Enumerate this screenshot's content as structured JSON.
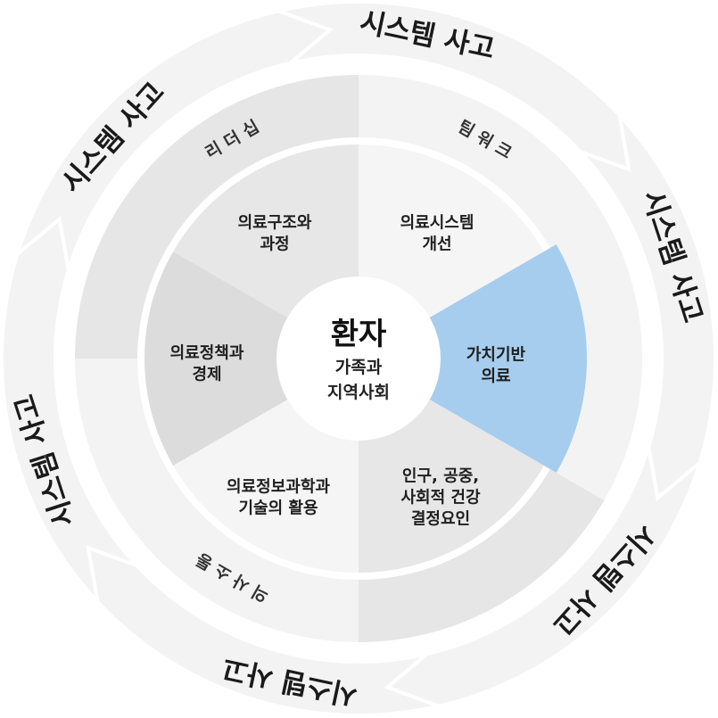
{
  "diagram": {
    "outer_ring": {
      "labels": [
        "시스템 사고",
        "시스템 사고",
        "시스템 사고",
        "시스템 사고",
        "시스템 사고",
        "시스템 사고"
      ]
    },
    "middle_ring": {
      "labels": [
        "팀 워 크",
        "의 사 소 통",
        "리 더 십"
      ]
    },
    "sectors": [
      {
        "lines": [
          "의료시스템",
          "개선"
        ]
      },
      {
        "lines": [
          "가치기반",
          "의료"
        ]
      },
      {
        "lines": [
          "인구, 공중,",
          "사회적 건강",
          "결정요인"
        ]
      },
      {
        "lines": [
          "의료정보과학과",
          "기술의 활용"
        ]
      },
      {
        "lines": [
          "의료정책과",
          "경제"
        ]
      },
      {
        "lines": [
          "의료구조와",
          "과정"
        ]
      }
    ],
    "center": {
      "title": "환자",
      "sub": [
        "가족과",
        "지역사회"
      ]
    },
    "colors": {
      "highlight": "#a6cdee",
      "ring_light": "#f3f3f3",
      "ring_dark": "#e6e6e6",
      "sector_light": "#f5f5f5",
      "sector_mid": "#e7e7e7",
      "sector_dark": "#dcdcdc"
    }
  }
}
